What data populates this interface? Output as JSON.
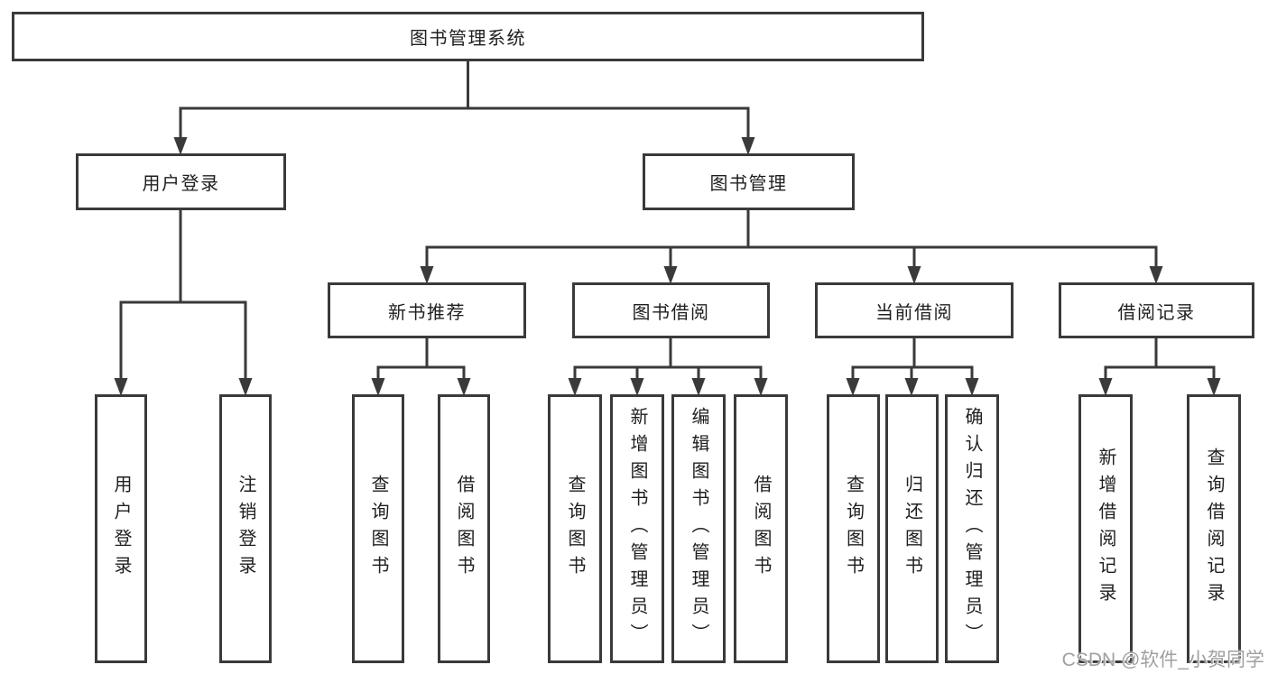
{
  "tree": {
    "label": "图书管理系统",
    "children": [
      {
        "label": "用户登录",
        "children": [
          {
            "label": "用户登录"
          },
          {
            "label": "注销登录"
          }
        ]
      },
      {
        "label": "图书管理",
        "children": [
          {
            "label": "新书推荐",
            "children": [
              {
                "label": "查询图书"
              },
              {
                "label": "借阅图书"
              }
            ]
          },
          {
            "label": "图书借阅",
            "children": [
              {
                "label": "查询图书"
              },
              {
                "label": "新增图书（管理员）"
              },
              {
                "label": "编辑图书（管理员）"
              },
              {
                "label": "借阅图书"
              }
            ]
          },
          {
            "label": "当前借阅",
            "children": [
              {
                "label": "查询图书"
              },
              {
                "label": "归还图书"
              },
              {
                "label": "确认归还（管理员）"
              }
            ]
          },
          {
            "label": "借阅记录",
            "children": [
              {
                "label": "新增借阅记录"
              },
              {
                "label": "查询借阅记录"
              }
            ]
          }
        ]
      }
    ]
  },
  "watermark": {
    "text": "CSDN @软件_小贺同学"
  },
  "colors": {
    "line": "#3a3a3a",
    "text": "#1f1f1f",
    "background": "#ffffff",
    "watermark": "#a0a0a0"
  }
}
